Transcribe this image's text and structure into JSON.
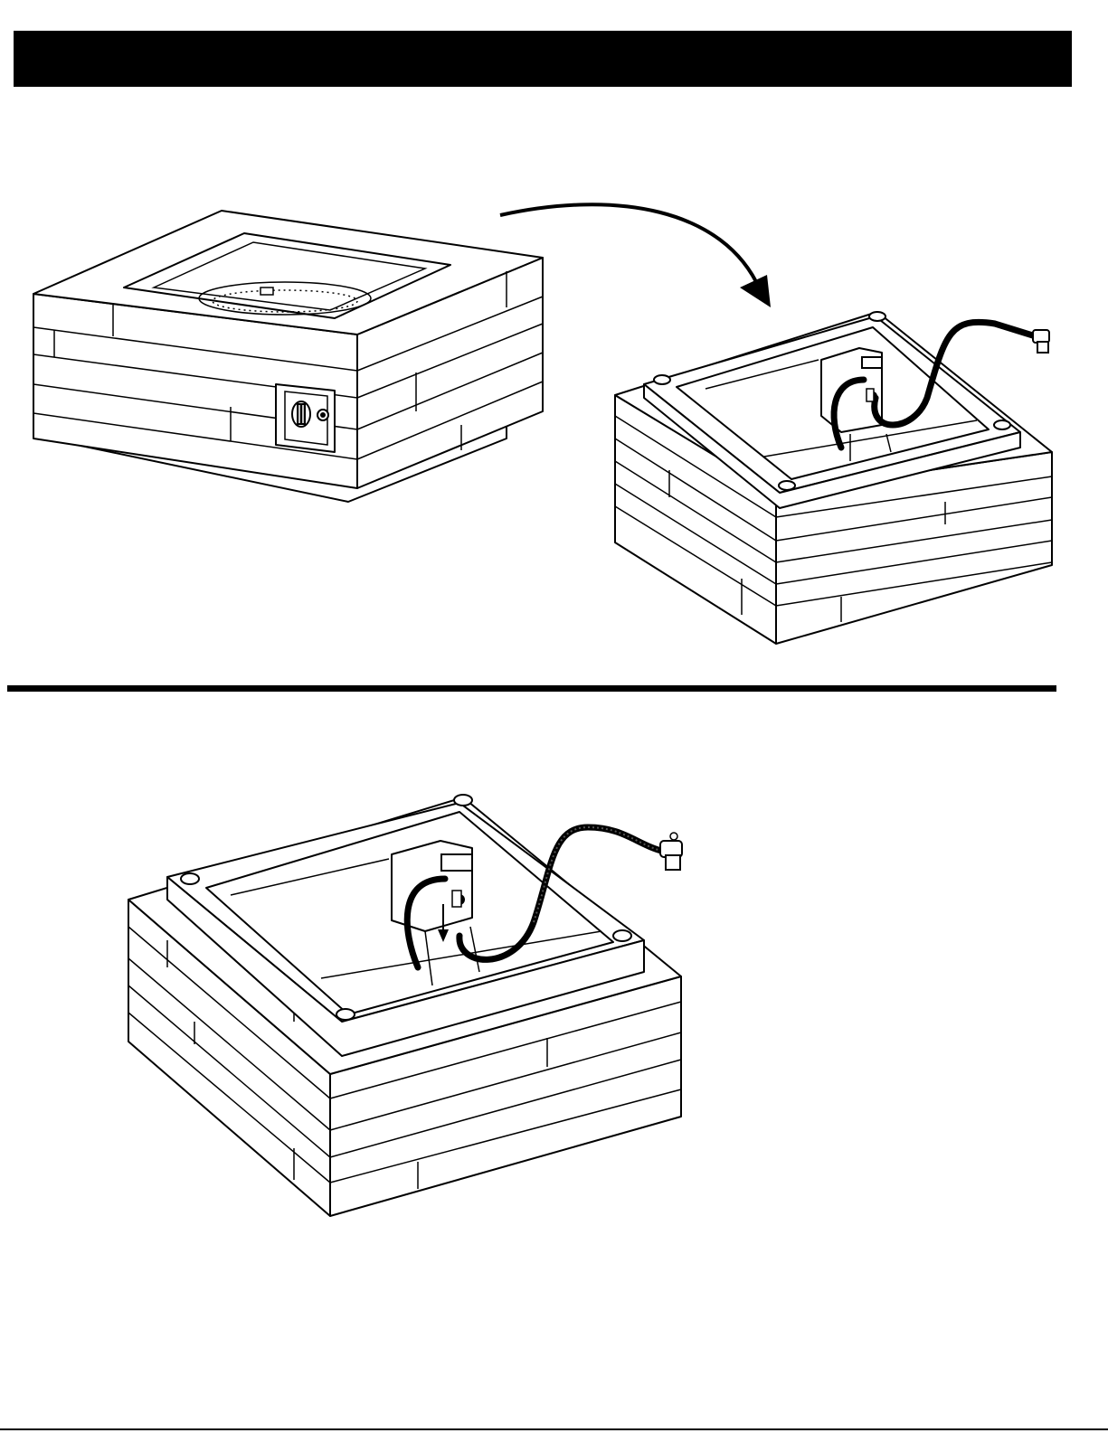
{
  "header": {
    "title": ""
  },
  "figures": [
    {
      "id": "fire-pit-upright",
      "icon": "fire-pit-assembled-illustration"
    },
    {
      "id": "fire-pit-inverted",
      "icon": "fire-pit-upside-down-illustration"
    },
    {
      "id": "fire-pit-hose-routing",
      "icon": "fire-pit-hose-routing-illustration"
    }
  ],
  "colors": {
    "ink": "#000000",
    "paper": "#ffffff"
  }
}
